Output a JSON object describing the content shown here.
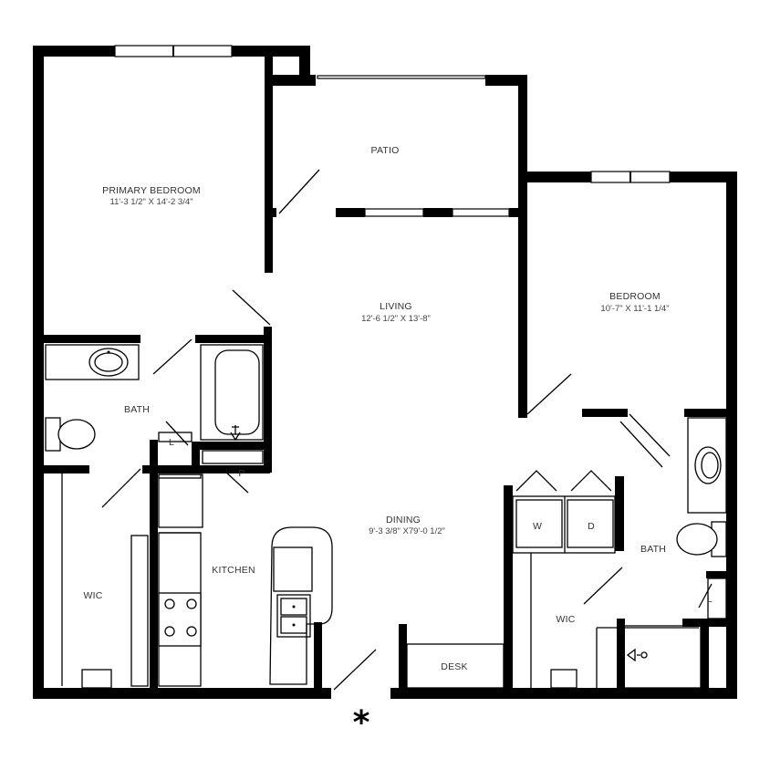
{
  "rooms": {
    "primary_bedroom": {
      "name": "PRIMARY BEDROOM",
      "dims": "11'-3 1/2\" X 14'-2 3/4\""
    },
    "patio": {
      "name": "PATIO"
    },
    "living": {
      "name": "LIVING",
      "dims": "12'-6 1/2\" X 13'-8\""
    },
    "bedroom": {
      "name": "BEDROOM",
      "dims": "10'-7\" X 11'-1 1/4\""
    },
    "bath_left": {
      "name": "BATH"
    },
    "bath_right": {
      "name": "BATH"
    },
    "kitchen": {
      "name": "KITCHEN"
    },
    "dining": {
      "name": "DINING",
      "dims": "9'-3 3/8\" X79'-0 1/2\""
    },
    "wic_left": {
      "name": "WIC"
    },
    "wic_right": {
      "name": "WIC"
    },
    "desk": {
      "name": "DESK"
    }
  },
  "fixtures": {
    "linen_left": "L",
    "pantry": "P",
    "washer": "W",
    "dryer": "D",
    "linen_right": "L"
  },
  "entry_marker": "*"
}
